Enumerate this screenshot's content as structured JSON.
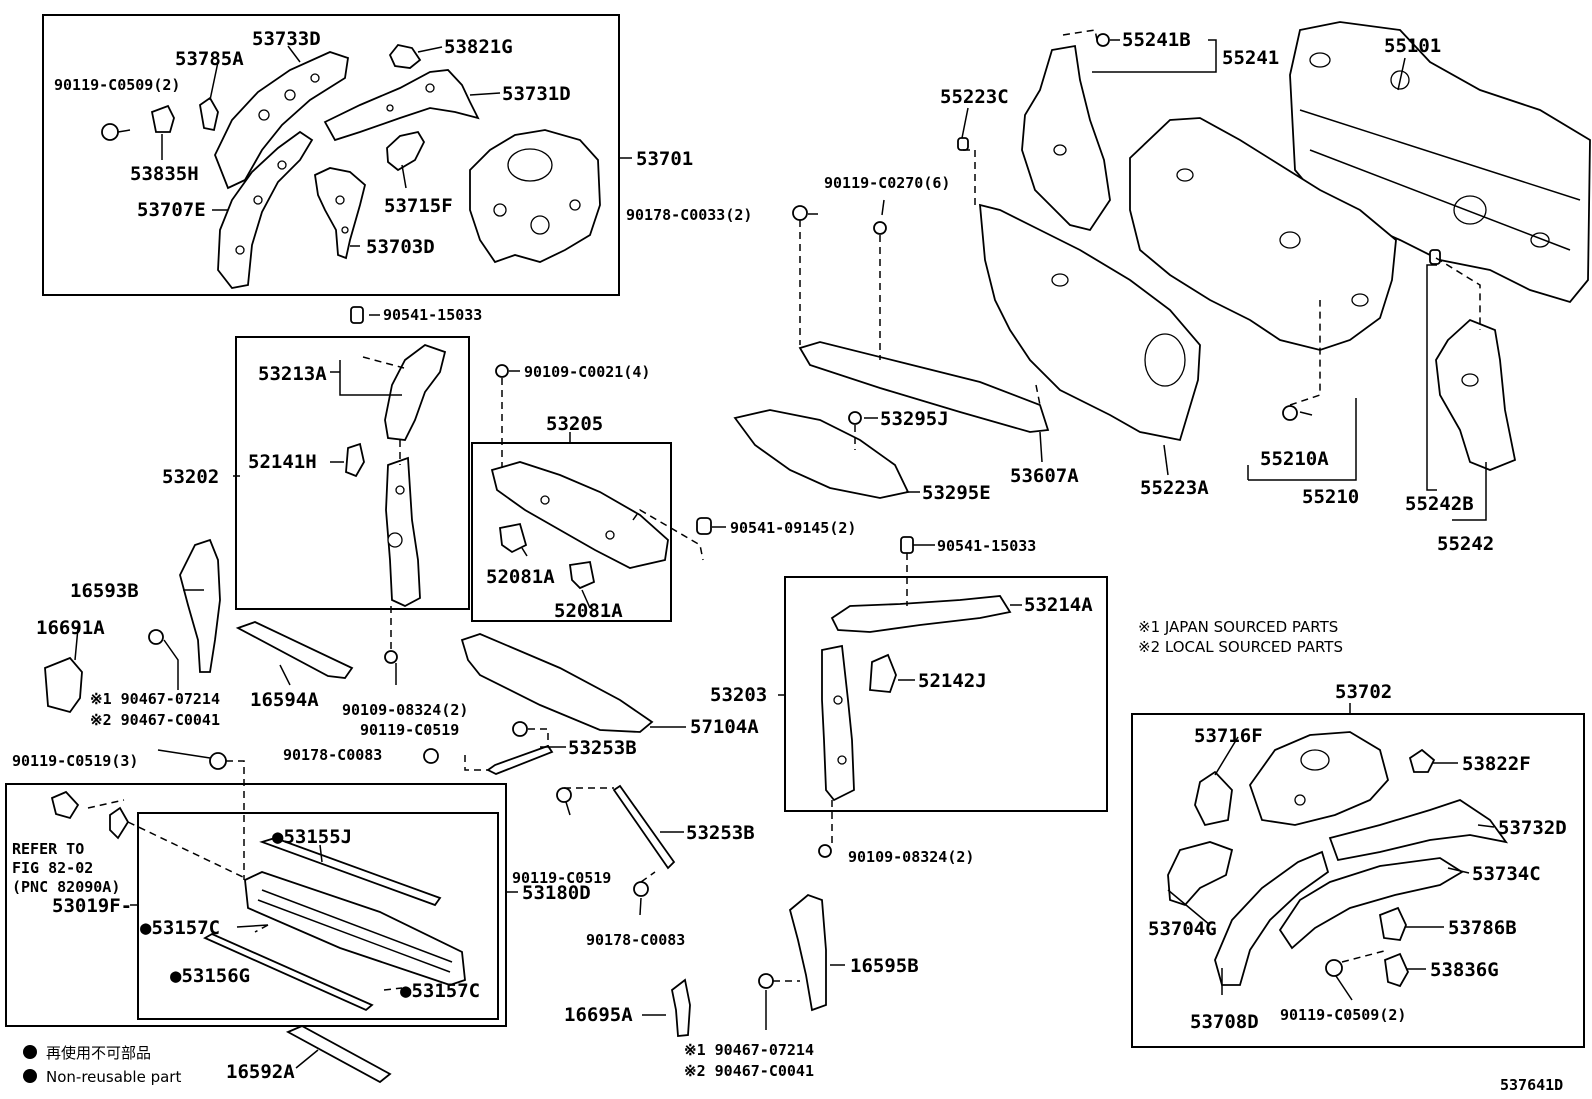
{
  "colors": {
    "ink": "#000000",
    "paper": "#ffffff"
  },
  "diagram_id": "537641D",
  "labels": {
    "p53701": "53701",
    "p53733D": "53733D",
    "p53785A": "53785A",
    "p90119C0509_2a": "90119-C0509(2)",
    "p53821G": "53821G",
    "p53731D": "53731D",
    "p53835H": "53835H",
    "p53707E": "53707E",
    "p53715F": "53715F",
    "p53703D": "53703D",
    "p55223C": "55223C",
    "p55241B": "55241B",
    "p55241": "55241",
    "p55101": "55101",
    "p90119C0270_6": "90119-C0270(6)",
    "p90178C0033_2": "90178-C0033(2)",
    "p90541_15033a": "90541-15033",
    "p53213A": "53213A",
    "p52141H": "52141H",
    "p53202": "53202",
    "p90109C0021_4": "90109-C0021(4)",
    "p53205": "53205",
    "p53295J": "53295J",
    "p53607A": "53607A",
    "p55223A": "55223A",
    "p55210A": "55210A",
    "p55210": "55210",
    "p55242B": "55242B",
    "p55242": "55242",
    "p53295E": "53295E",
    "p90541_09145_2": "90541-09145(2)",
    "p52081A_a": "52081A",
    "p52081A_b": "52081A",
    "p90541_15033b": "90541-15033",
    "p53214A": "53214A",
    "p16593B": "16593B",
    "p16691A": "16691A",
    "p90467_07214a": "※1 90467-07214",
    "p90467_C0041a": "※2 90467-C0041",
    "p16594A": "16594A",
    "p90109_08324_2a": "90109-08324(2)",
    "p52142J": "52142J",
    "p53203": "53203",
    "p57104A": "57104A",
    "p90119C0519_3": "90119-C0519(3)",
    "p90119C0519a": "90119-C0519",
    "p90178C0083a": "90178-C0083",
    "p53253B_a": "53253B",
    "p53702": "53702",
    "p53716F": "53716F",
    "p53822F": "53822F",
    "p53732D": "53732D",
    "p53734C": "53734C",
    "p53704G": "53704G",
    "p53786B": "53786B",
    "p53836G": "53836G",
    "p53708D": "53708D",
    "p90119C0509_2b": "90119-C0509(2)",
    "p90109_08324_2b": "90109-08324(2)",
    "p53155J": "●53155J",
    "p53180D": "53180D",
    "p53019F": "53019F-",
    "p53157C_a": "●53157C",
    "p53156G": "●53156G",
    "p53157C_b": "●53157C",
    "p90119C0519b": "90119-C0519",
    "p53253B_b": "53253B",
    "p90178C0083b": "90178-C0083",
    "p16595B": "16595B",
    "p16695A": "16695A",
    "p90467_07214b": "※1 90467-07214",
    "p90467_C0041b": "※2 90467-C0041",
    "p16592A": "16592A",
    "refer1": "REFER TO",
    "refer2": "FIG 82-02",
    "refer3": "(PNC 82090A)"
  },
  "notes": {
    "japan": "※1 JAPAN SOURCED PARTS",
    "local": "※2 LOCAL SOURCED PARTS"
  },
  "legend": {
    "jp": "再使用不可部品",
    "en": "Non-reusable part"
  }
}
